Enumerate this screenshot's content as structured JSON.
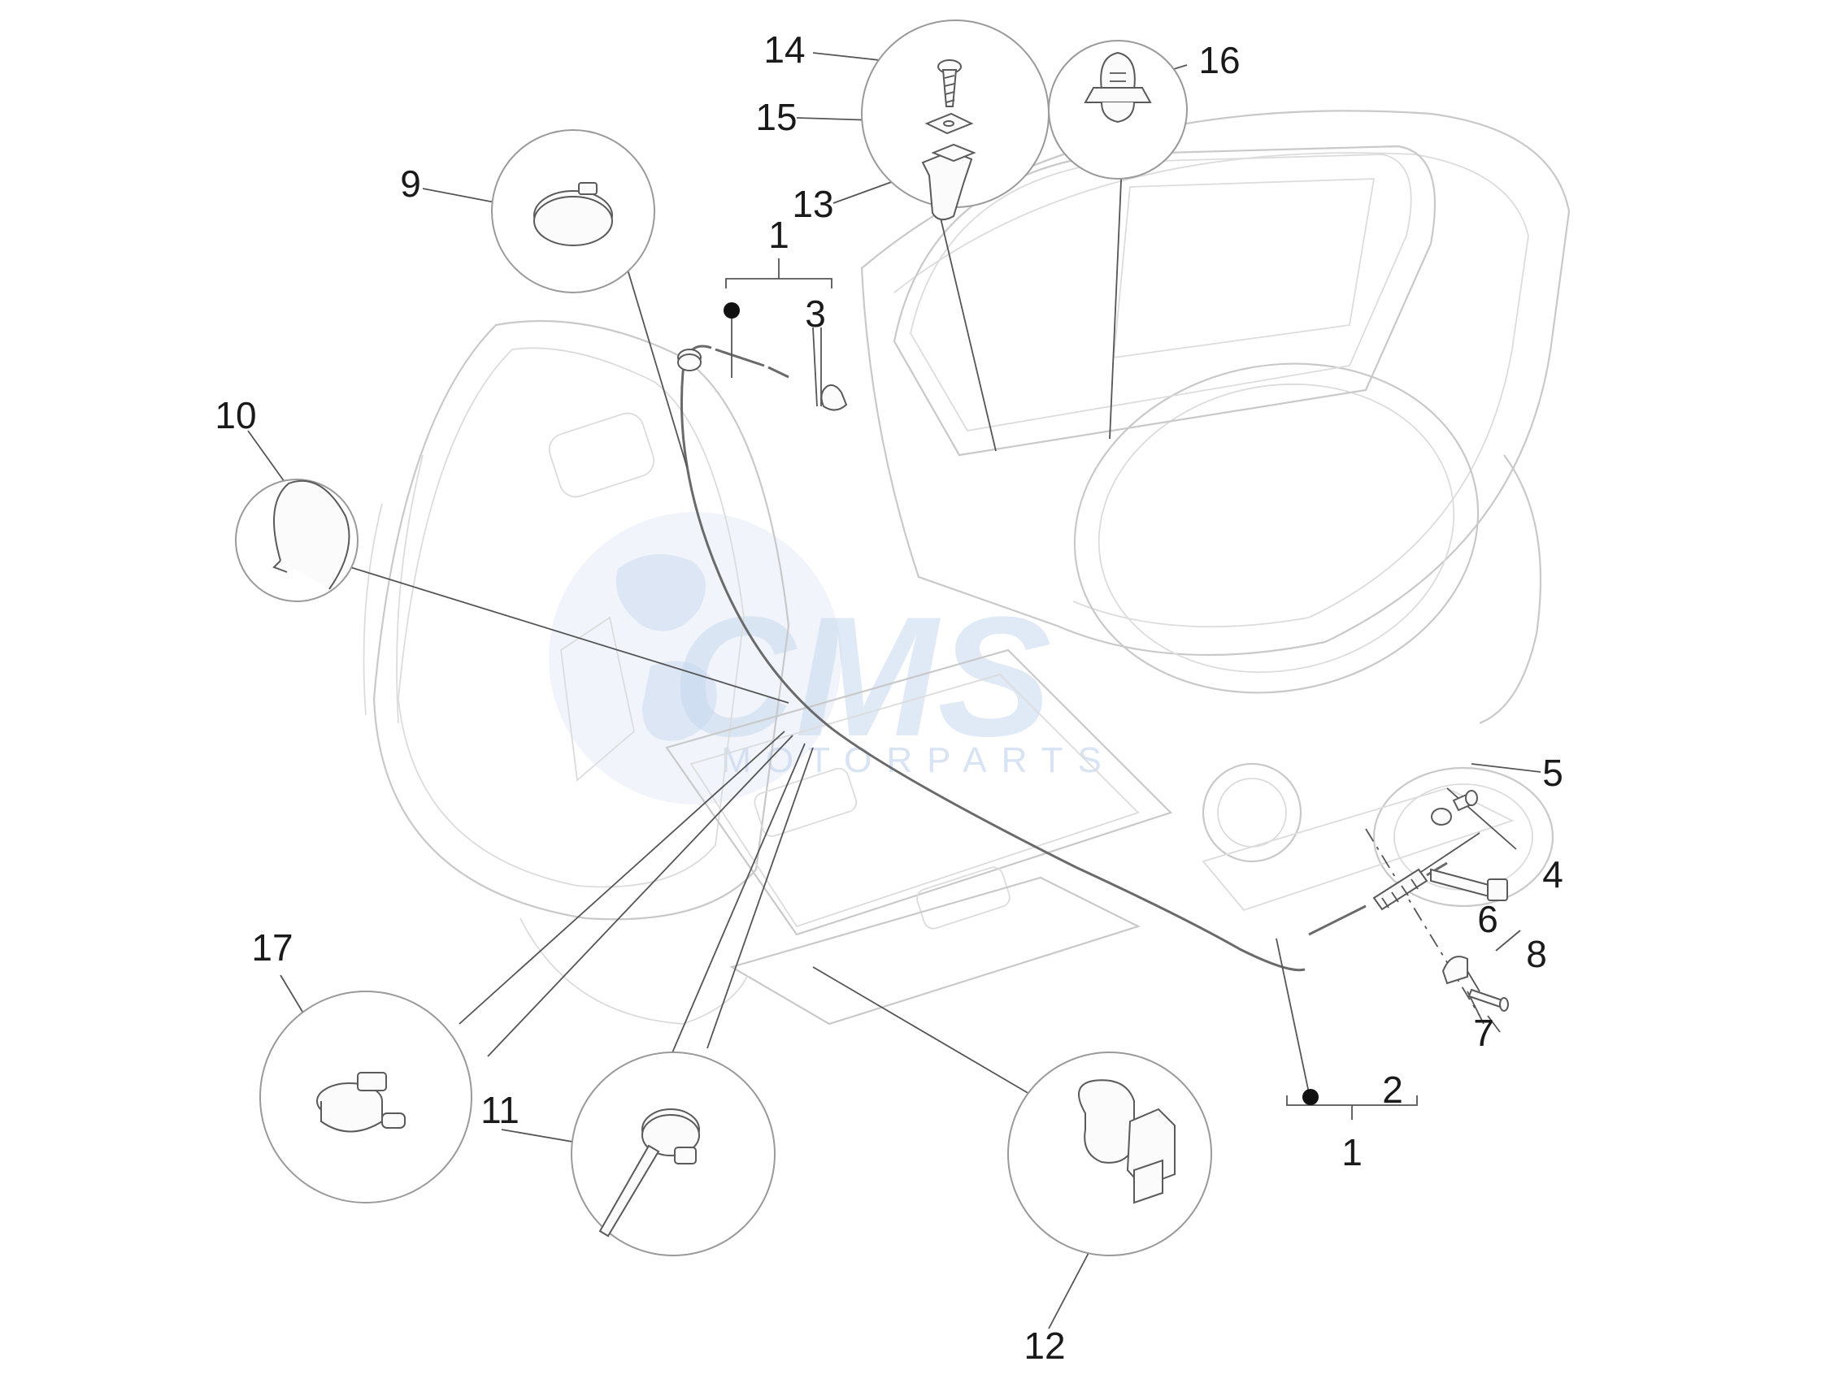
{
  "watermark": {
    "brand": "CMS",
    "tagline": "MOTORPARTS"
  },
  "callouts": {
    "part_1_top": "1",
    "part_1_bottom": "1",
    "part_2": "2",
    "part_3": "3",
    "part_4": "4",
    "part_5": "5",
    "part_6": "6",
    "part_7": "7",
    "part_8": "8",
    "part_9": "9",
    "part_10": "10",
    "part_11": "11",
    "part_12": "12",
    "part_13": "13",
    "part_14": "14",
    "part_15": "15",
    "part_16": "16",
    "part_17": "17"
  },
  "colors": {
    "line_art": "#5a5a5a",
    "scooter_body": "#c9c9c9",
    "watermark": "#c7d7ee"
  }
}
